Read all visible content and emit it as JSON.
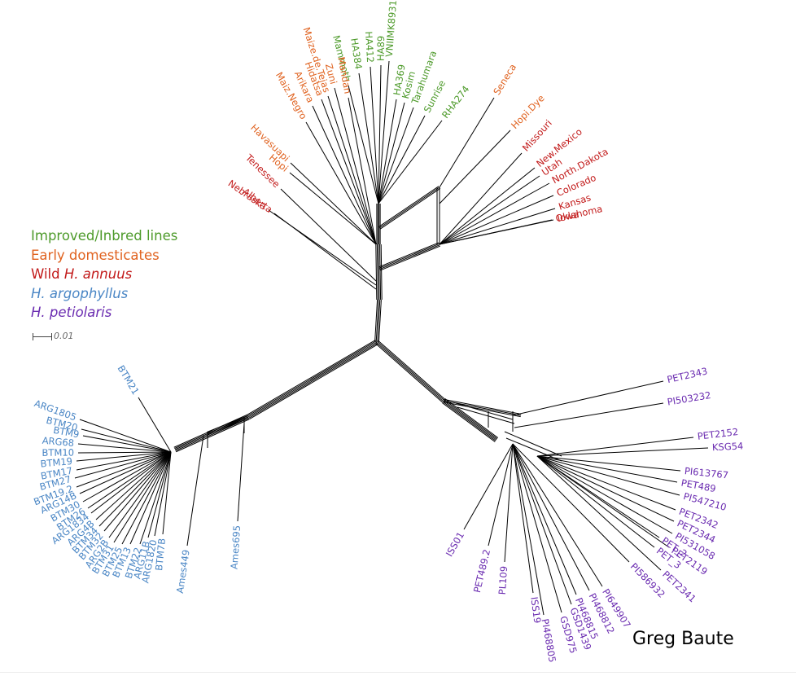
{
  "colors": {
    "improved": "#4d9a2a",
    "early": "#e0621f",
    "wild": "#c21a1a",
    "argophyllus": "#4a86c5",
    "petiolaris": "#6a2bb0",
    "edge": "#000000"
  },
  "legend": [
    {
      "group": "improved",
      "prefix": "Improved/Inbred lines",
      "italic": ""
    },
    {
      "group": "early",
      "prefix": "Early domesticates",
      "italic": ""
    },
    {
      "group": "wild",
      "prefix": "Wild ",
      "italic": "H. annuus"
    },
    {
      "group": "argophyllus",
      "prefix": "",
      "italic": "H. argophyllus"
    },
    {
      "group": "petiolaris",
      "prefix": "",
      "italic": "H. petiolaris"
    }
  ],
  "scale": {
    "label": "0.01"
  },
  "credit": "Greg Baute",
  "taxa": {
    "improved": [
      "Mammoth",
      "HA384",
      "HA412",
      "HA89",
      "VNIIMK8931",
      "HA369",
      "Kosim",
      "Tarahumara",
      "Sunrise",
      "RHA274"
    ],
    "early": [
      "Maize.de.Tejas",
      "Zuni",
      "Mandan",
      "Hidatsa",
      "Arikara",
      "Maiz.Negro",
      "Havasuapi",
      "Hopi",
      "Seneca",
      "Hopi.Dye"
    ],
    "wild": [
      "Tenessee",
      "Nebraska",
      "Alberta",
      "Missouri",
      "New.Mexico",
      "Utah",
      "North.Dakota",
      "Colorado",
      "Kansas",
      "Iowa",
      "Oklahoma"
    ],
    "argophyllus": [
      "BTM21",
      "ARG1805",
      "BTM20",
      "BTM9",
      "ARG68",
      "BTM10",
      "BTM19",
      "BTM17",
      "BTM27",
      "BTM19.2",
      "ARG14B",
      "BTM30",
      "BTM26",
      "ARG1834",
      "ARG4B",
      "BTM34",
      "BTM32",
      "ARG2B",
      "BTM31",
      "BTM25",
      "BTM13",
      "BTM22",
      "ARG11B",
      "ARG1820",
      "BTM7B",
      "Ames449",
      "Ames695"
    ],
    "petiolaris": [
      "PET2343",
      "PI503232",
      "PET2152",
      "KSG54",
      "PI613767",
      "PET489",
      "PI547210",
      "PET2342",
      "PET2344",
      "PI531058",
      "PET2119",
      "PET_2",
      "PET_3",
      "PET2341",
      "PI586932",
      "PI649907",
      "PI468812",
      "PI468815",
      "GSD1439",
      "GSD975",
      "PI468805",
      "ISS19",
      "PL109",
      "PET489.2",
      "ISS01"
    ]
  }
}
